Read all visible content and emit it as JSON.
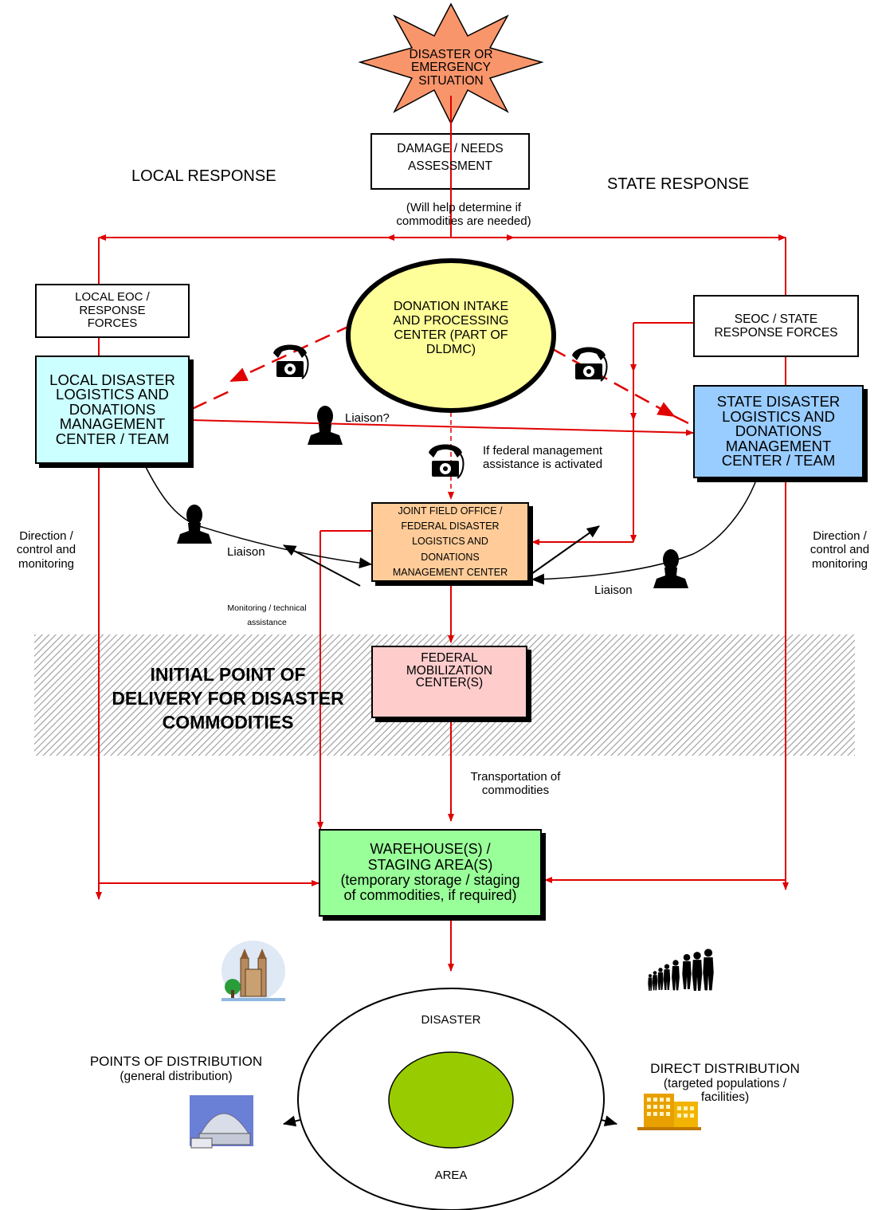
{
  "starburst": {
    "lines": [
      "DISASTER OR",
      "EMERGENCY",
      "SITUATION"
    ]
  },
  "damage_box": {
    "lines": [
      "DAMAGE / NEEDS",
      "ASSESSMENT"
    ]
  },
  "headers": {
    "local": "LOCAL RESPONSE",
    "state": "STATE RESPONSE"
  },
  "damage_note": {
    "lines": [
      "(Will help determine if",
      "commodities are needed)"
    ]
  },
  "local_eoc": {
    "lines": [
      "LOCAL EOC /",
      "RESPONSE",
      "FORCES"
    ]
  },
  "donation_center": {
    "lines": [
      "DONATION INTAKE",
      "AND PROCESSING",
      "CENTER (PART OF",
      "DLDMC)"
    ]
  },
  "seoc": {
    "lines": [
      "SEOC / STATE",
      "RESPONSE FORCES"
    ]
  },
  "local_dldmc": {
    "lines": [
      "LOCAL DISASTER",
      "LOGISTICS AND",
      "DONATIONS",
      "MANAGEMENT",
      "CENTER / TEAM"
    ]
  },
  "state_dldmc": {
    "lines": [
      "STATE DISASTER",
      "LOGISTICS AND",
      "DONATIONS",
      "MANAGEMENT",
      "CENTER / TEAM"
    ]
  },
  "liaison_question": "Liaison?",
  "federal_note": {
    "lines": [
      "If federal management",
      "assistance is activated"
    ]
  },
  "jfo": {
    "lines": [
      "JOINT FIELD OFFICE /",
      "FEDERAL DISASTER",
      "LOGISTICS AND",
      "DONATIONS",
      "MANAGEMENT CENTER"
    ]
  },
  "direction_left": {
    "lines": [
      "Direction /",
      "control and",
      "monitoring"
    ]
  },
  "direction_right": {
    "lines": [
      "Direction /",
      "control and",
      "monitoring"
    ]
  },
  "liaison_left": "Liaison",
  "liaison_right": "Liaison",
  "monitoring_note": {
    "lines": [
      "Monitoring / technical",
      "assistance"
    ]
  },
  "initial_point": {
    "lines": [
      "INITIAL POINT OF",
      "DELIVERY FOR DISASTER",
      "COMMODITIES"
    ]
  },
  "fed_mob": {
    "lines": [
      "FEDERAL",
      "MOBILIZATION",
      "CENTER(S)"
    ]
  },
  "transport_note": {
    "lines": [
      "Transportation of",
      "commodities"
    ]
  },
  "warehouse": {
    "lines": [
      "WAREHOUSE(S) /",
      "STAGING AREA(S)",
      "(temporary storage / staging",
      "of commodities, if required)"
    ]
  },
  "pod": {
    "lines": [
      "POINTS OF DISTRIBUTION",
      "(general distribution)"
    ]
  },
  "direct": {
    "lines": [
      "DIRECT DISTRIBUTION",
      "(targeted populations /",
      "facilities)"
    ]
  },
  "disaster_area": {
    "top": "DISASTER",
    "bottom": "AREA"
  },
  "icons": [
    "phone-icon",
    "person-icon",
    "church-icon",
    "dome-building-icon",
    "people-queue-icon",
    "office-building-icon"
  ],
  "colors": {
    "arrow_red": "#e00000",
    "starburst": "#f9956b",
    "donation_fill": "#ffff99",
    "local_fill": "#ccffff",
    "state_fill": "#99ccff",
    "jfo_fill": "#ffcc99",
    "fedmob_fill": "#ffcccc",
    "warehouse_fill": "#99ff99",
    "area_center": "#99cc00"
  }
}
